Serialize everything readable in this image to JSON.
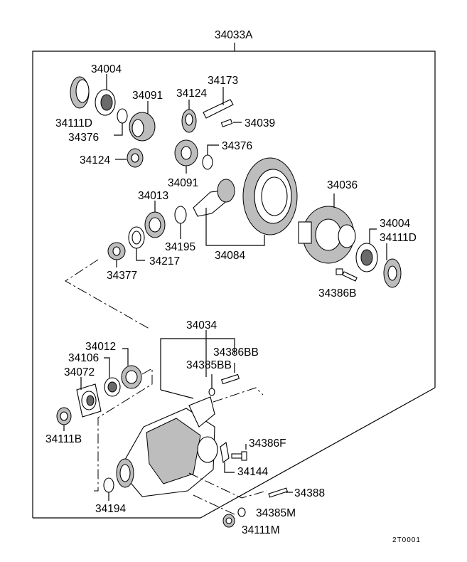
{
  "diagram": {
    "code": "2T0001",
    "parts": [
      {
        "id": "assembly",
        "number": "34033A"
      },
      {
        "id": "flange-front",
        "number": "34004"
      },
      {
        "id": "nut-front",
        "number": "34111D"
      },
      {
        "id": "washer-front",
        "number": "34376"
      },
      {
        "id": "side-gear-top",
        "number": "34091"
      },
      {
        "id": "pinion-top",
        "number": "34124"
      },
      {
        "id": "shaft",
        "number": "34173"
      },
      {
        "id": "pin",
        "number": "34039"
      },
      {
        "id": "pinion-left",
        "number": "34124"
      },
      {
        "id": "side-gear-mid",
        "number": "34091"
      },
      {
        "id": "washer-mid",
        "number": "34376"
      },
      {
        "id": "bearing-cone",
        "number": "34013"
      },
      {
        "id": "shim",
        "number": "34195"
      },
      {
        "id": "ring-gear-set",
        "number": "34084"
      },
      {
        "id": "spacer",
        "number": "34217"
      },
      {
        "id": "bushing",
        "number": "34377"
      },
      {
        "id": "diff-case",
        "number": "34036"
      },
      {
        "id": "flange-rear",
        "number": "34004"
      },
      {
        "id": "nut-rear",
        "number": "34111D"
      },
      {
        "id": "bolt-case",
        "number": "34386B"
      },
      {
        "id": "carrier",
        "number": "34034"
      },
      {
        "id": "bearing-outer",
        "number": "34012"
      },
      {
        "id": "seal",
        "number": "34106"
      },
      {
        "id": "companion-flange",
        "number": "34072"
      },
      {
        "id": "bolt-cap",
        "number": "34386BB"
      },
      {
        "id": "washer-cap",
        "number": "34385BB"
      },
      {
        "id": "flange-nut",
        "number": "34111B"
      },
      {
        "id": "bolt-lock",
        "number": "34386F"
      },
      {
        "id": "lock-plate",
        "number": "34144"
      },
      {
        "id": "stud",
        "number": "34388"
      },
      {
        "id": "o-ring",
        "number": "34194"
      },
      {
        "id": "washer-stud",
        "number": "34385M"
      },
      {
        "id": "nut-stud",
        "number": "34111M"
      }
    ]
  }
}
